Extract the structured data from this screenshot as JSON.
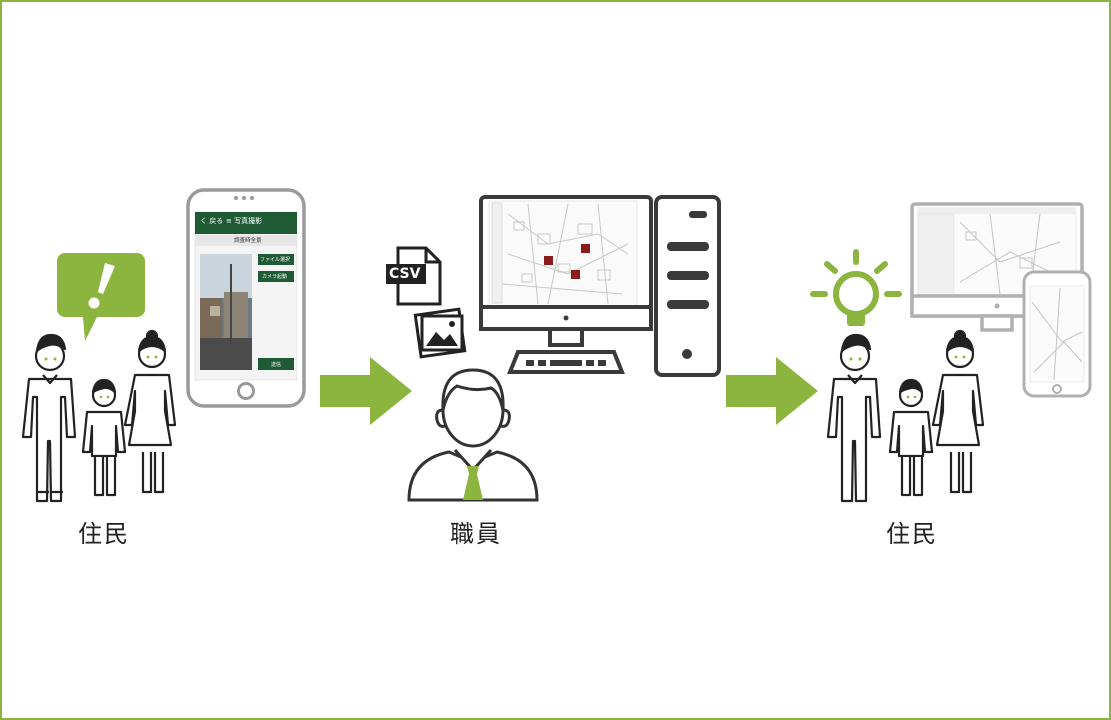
{
  "labels": {
    "residents_left": "住民",
    "staff": "職員",
    "residents_right": "住民"
  },
  "icons": {
    "csv_file": "CSV",
    "alert": "exclamation-speech-bubble-icon",
    "idea": "lightbulb-icon",
    "photo": "image-file-icon"
  },
  "phone_app": {
    "back": "く 戻る",
    "menu_title": "≡ 写真撮影",
    "subtitle": "調査時全景",
    "file_button": "ファイル選択",
    "camera_button": "カメラ起動",
    "submit_button": "送信"
  },
  "colors": {
    "accent": "#8cb53f",
    "app_header": "#1e5b35",
    "outline": "#4a4a4a",
    "marker": "#8b1a1a"
  }
}
